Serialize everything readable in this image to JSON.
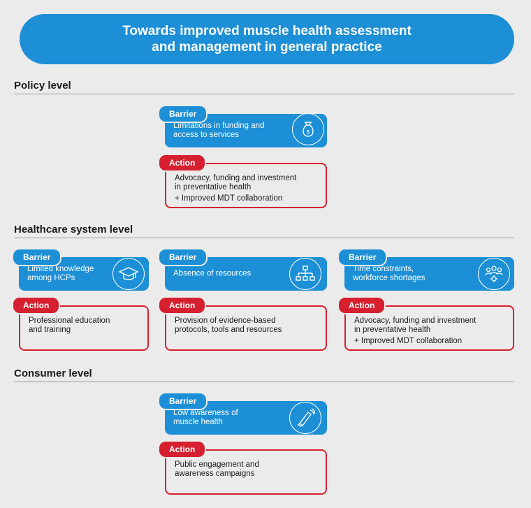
{
  "title": {
    "line1": "Towards improved muscle health assessment",
    "line2": "and management in general practice"
  },
  "sections": {
    "policy": "Policy level",
    "healthcare": "Healthcare system level",
    "consumer": "Consumer level"
  },
  "labels": {
    "barrier": "Barrier",
    "action": "Action"
  },
  "policy": {
    "barrier": {
      "line1": "Limitations in funding and",
      "line2": "access to services",
      "icon": "money-bag-icon"
    },
    "action": {
      "line1": "Advocacy, funding and investment",
      "line2": "in preventative health",
      "line3": "+ Improved MDT collaboration"
    }
  },
  "healthcare": [
    {
      "barrier": {
        "line1": "Limited knowledge",
        "line2": "among HCPs",
        "icon": "graduation-cap-icon"
      },
      "action": {
        "line1": "Professional education",
        "line2": "and training"
      }
    },
    {
      "barrier": {
        "line1": "Absence of resources",
        "icon": "org-chart-icon"
      },
      "action": {
        "line1": "Provision of evidence-based",
        "line2": "protocols, tools and resources"
      }
    },
    {
      "barrier": {
        "line1": "Time constraints,",
        "line2": "workforce shortages",
        "icon": "team-gear-icon"
      },
      "action": {
        "line1": "Advocacy, funding and investment",
        "line2": "in preventative health",
        "line3": "+ Improved MDT collaboration"
      }
    }
  ],
  "consumer": {
    "barrier": {
      "line1": "Low awareness of",
      "line2": "muscle health",
      "icon": "megaphone-icon"
    },
    "action": {
      "line1": "Public engagement and",
      "line2": "awareness campaigns"
    }
  },
  "colors": {
    "blue": "#1c8fd6",
    "red": "#d6202f",
    "background": "#ebebeb"
  }
}
